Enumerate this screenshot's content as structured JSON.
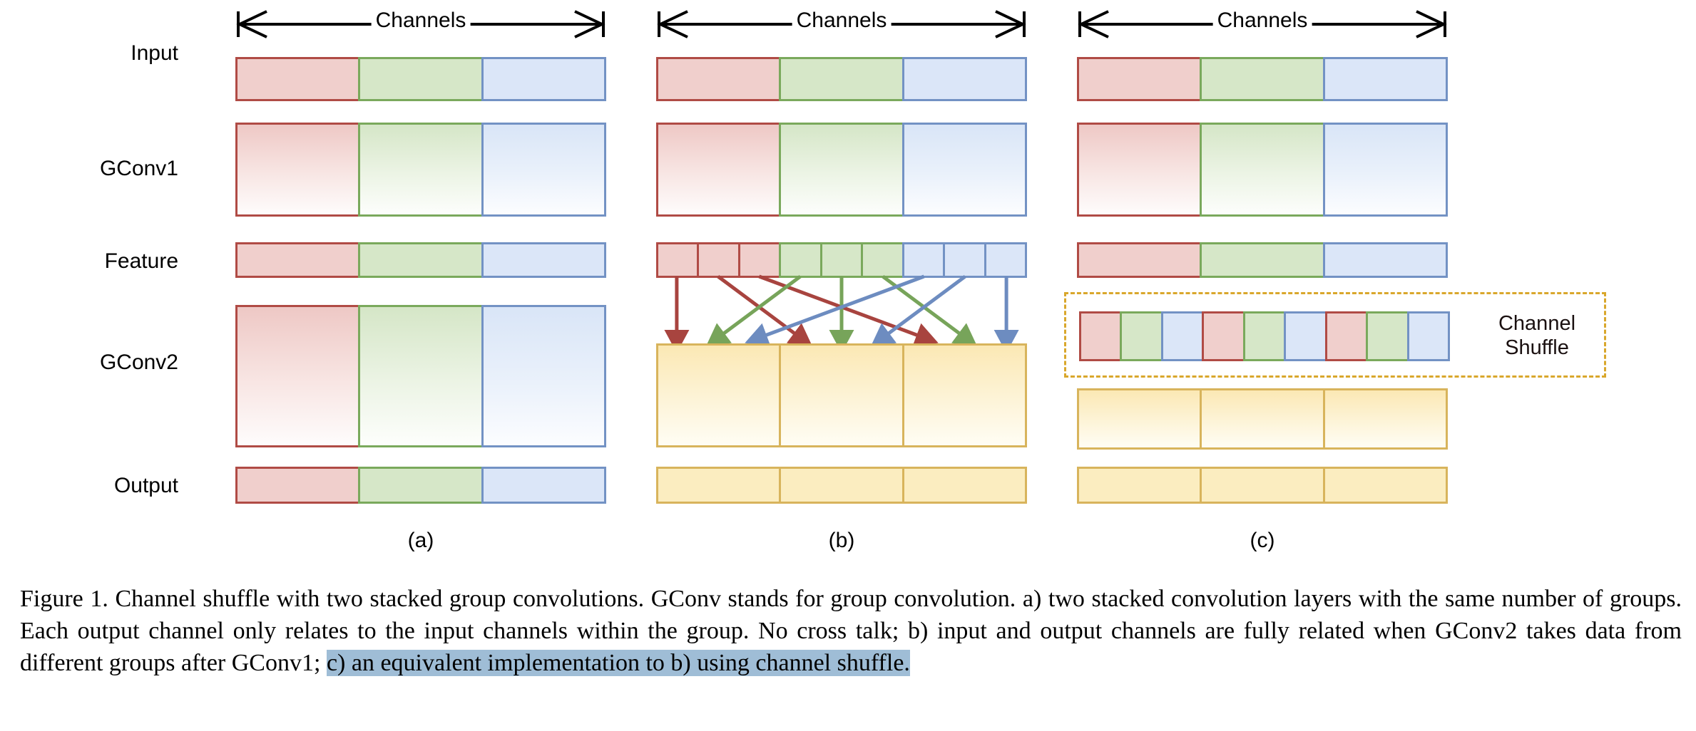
{
  "figure": {
    "axis_label": "Channels",
    "row_labels": [
      "Input",
      "GConv1",
      "Feature",
      "GConv2",
      "Output"
    ],
    "panel_captions": [
      "(a)",
      "(b)",
      "(c)"
    ],
    "shuffle_label_line1": "Channel",
    "shuffle_label_line2": "Shuffle"
  },
  "colors": {
    "red_border": "#b04b45",
    "red_fill": "#f0cfcc",
    "green_border": "#7aa95c",
    "green_fill": "#d6e7c8",
    "blue_border": "#7392c4",
    "blue_fill": "#dbe6f8",
    "yellow_border": "#d8b45c",
    "yellow_fill": "#fbedc0",
    "shuffle_dash": "#d9a72c",
    "highlight": "#9fbdd6"
  },
  "chart_data": {
    "type": "diagram",
    "title": "Channel shuffle with two stacked group convolutions",
    "panels": [
      {
        "id": "a",
        "caption": "(a)",
        "rows": [
          {
            "name": "Input",
            "groups": [
              "red",
              "green",
              "blue"
            ],
            "style": "flat"
          },
          {
            "name": "GConv1",
            "groups": [
              "red",
              "green",
              "blue"
            ],
            "style": "gradient"
          },
          {
            "name": "Feature",
            "groups": [
              "red",
              "green",
              "blue"
            ],
            "style": "flat"
          },
          {
            "name": "GConv2",
            "groups": [
              "red",
              "green",
              "blue"
            ],
            "style": "gradient"
          },
          {
            "name": "Output",
            "groups": [
              "red",
              "green",
              "blue"
            ],
            "style": "flat"
          }
        ],
        "has_arrows": false,
        "has_shuffle": false
      },
      {
        "id": "b",
        "caption": "(b)",
        "rows": [
          {
            "name": "Input",
            "groups": [
              "red",
              "green",
              "blue"
            ],
            "style": "flat"
          },
          {
            "name": "GConv1",
            "groups": [
              "red",
              "green",
              "blue"
            ],
            "style": "gradient"
          },
          {
            "name": "Feature",
            "groups": [
              "red",
              "red",
              "red",
              "green",
              "green",
              "green",
              "blue",
              "blue",
              "blue"
            ],
            "style": "cells"
          },
          {
            "name": "GConv2",
            "groups": [
              "yellow",
              "yellow",
              "yellow"
            ],
            "style": "gradient"
          },
          {
            "name": "Output",
            "groups": [
              "yellow",
              "yellow",
              "yellow"
            ],
            "style": "flat"
          }
        ],
        "has_arrows": true,
        "has_shuffle": false,
        "arrow_map": [
          {
            "from": 0,
            "to": 0,
            "color": "red"
          },
          {
            "from": 1,
            "to": 3,
            "color": "red"
          },
          {
            "from": 2,
            "to": 6,
            "color": "red"
          },
          {
            "from": 3,
            "to": 1,
            "color": "green"
          },
          {
            "from": 4,
            "to": 4,
            "color": "green"
          },
          {
            "from": 5,
            "to": 7,
            "color": "green"
          },
          {
            "from": 6,
            "to": 2,
            "color": "blue"
          },
          {
            "from": 7,
            "to": 5,
            "color": "blue"
          },
          {
            "from": 8,
            "to": 8,
            "color": "blue"
          }
        ]
      },
      {
        "id": "c",
        "caption": "(c)",
        "rows": [
          {
            "name": "Input",
            "groups": [
              "red",
              "green",
              "blue"
            ],
            "style": "flat"
          },
          {
            "name": "GConv1",
            "groups": [
              "red",
              "green",
              "blue"
            ],
            "style": "gradient"
          },
          {
            "name": "Feature",
            "groups": [
              "red",
              "green",
              "blue"
            ],
            "style": "flat"
          },
          {
            "name": "Shuffle",
            "groups": [
              "red",
              "green",
              "blue",
              "red",
              "green",
              "blue",
              "red",
              "green",
              "blue"
            ],
            "style": "cells"
          },
          {
            "name": "GConv2",
            "groups": [
              "yellow",
              "yellow",
              "yellow"
            ],
            "style": "gradient"
          },
          {
            "name": "Output",
            "groups": [
              "yellow",
              "yellow",
              "yellow"
            ],
            "style": "flat"
          }
        ],
        "has_arrows": false,
        "has_shuffle": true
      }
    ]
  },
  "caption": {
    "part1": "Figure 1. Channel shuffle with two stacked group convolutions. GConv stands for group convolution. a) two stacked convolution layers with the same number of groups. Each output channel only relates to the input channels within the group. No cross talk; b) input and output channels are fully related when GConv2 takes data from different groups after GConv1; ",
    "highlighted": "c) an equivalent implementation to b) using channel shuffle."
  }
}
